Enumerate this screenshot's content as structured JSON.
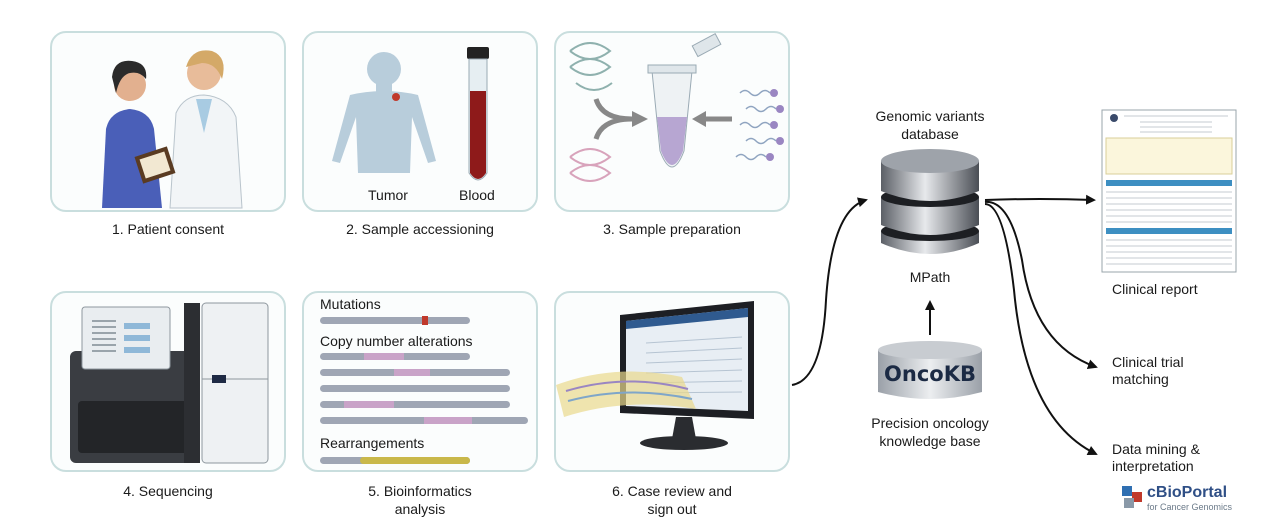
{
  "steps": [
    {
      "caption": "1. Patient consent"
    },
    {
      "caption": "2. Sample accessioning",
      "labels": {
        "tumor": "Tumor",
        "blood": "Blood"
      }
    },
    {
      "caption": "3. Sample preparation"
    },
    {
      "caption": "4. Sequencing"
    },
    {
      "caption_line1": "5. Bioinformatics",
      "caption_line2": "analysis",
      "labels": {
        "mutations": "Mutations",
        "cna": "Copy number alterations",
        "rearr": "Rearrangements"
      }
    },
    {
      "caption_line1": "6. Case review and",
      "caption_line2": "sign out"
    }
  ],
  "database": {
    "title_line1": "Genomic variants",
    "title_line2": "database",
    "name": "MPath"
  },
  "knowledge_base": {
    "logo_text": "OncoKB",
    "caption_line1": "Precision oncology",
    "caption_line2": "knowledge base"
  },
  "outputs": {
    "report": "Clinical report",
    "trial_line1": "Clinical trial",
    "trial_line2": "matching",
    "mining_line1": "Data mining &",
    "mining_line2": "interpretation"
  },
  "cbioportal": {
    "name": "cBioPortal",
    "tagline": "for Cancer Genomics"
  },
  "colors": {
    "panel_border": "#c9dede",
    "arrow": "#111111",
    "accent_purple": "#b7a6d2"
  }
}
